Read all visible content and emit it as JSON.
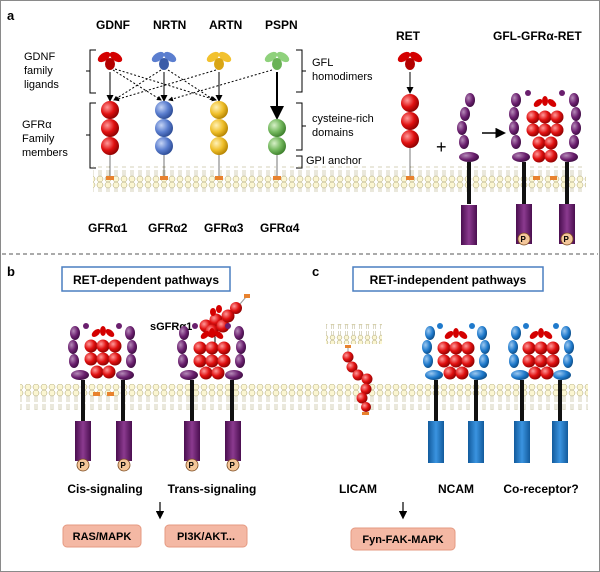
{
  "panel_a": {
    "letter": "a",
    "ligands": [
      "GDNF",
      "NRTN",
      "ARTN",
      "PSPN"
    ],
    "ligand_group_label": [
      "GDNF",
      "family",
      "ligands"
    ],
    "receptor_group_label": [
      "GFRα",
      "Family",
      "members"
    ],
    "receptors": [
      "GFRα1",
      "GFRα2",
      "GFRα3",
      "GFRα4"
    ],
    "gfl_homodimers": [
      "GFL",
      "homodimers"
    ],
    "cysteine_rich": [
      "cysteine-rich",
      "domains"
    ],
    "gpi_anchor": "GPI anchor",
    "ret_label": "RET",
    "complex_label": "GFL-GFRα-RET",
    "plus": "+",
    "phospho": "P"
  },
  "panel_b": {
    "letter": "b",
    "title": "RET-dependent pathways",
    "soluble_receptor": "sGFRα1",
    "cis": "Cis-signaling",
    "trans": "Trans-signaling",
    "path1": "RAS/MAPK",
    "path2": "PI3K/AKT..."
  },
  "panel_c": {
    "letter": "c",
    "title": "RET-independent pathways",
    "l1cam": "LICAM",
    "ncam": "NCAM",
    "coreceptor": "Co-receptor?",
    "path": "Fyn-FAK-MAPK"
  },
  "colors": {
    "gdnf": "#d40000",
    "nrtn": "#4f74c8",
    "artn": "#f2c12e",
    "pspn": "#7cc36a",
    "ret": "#6a1f6e",
    "ncam": "#1f7acc",
    "pathway_box": "#f4b8a4",
    "title_box_border": "#4a7fc1",
    "membrane": "#f5f1c8"
  }
}
